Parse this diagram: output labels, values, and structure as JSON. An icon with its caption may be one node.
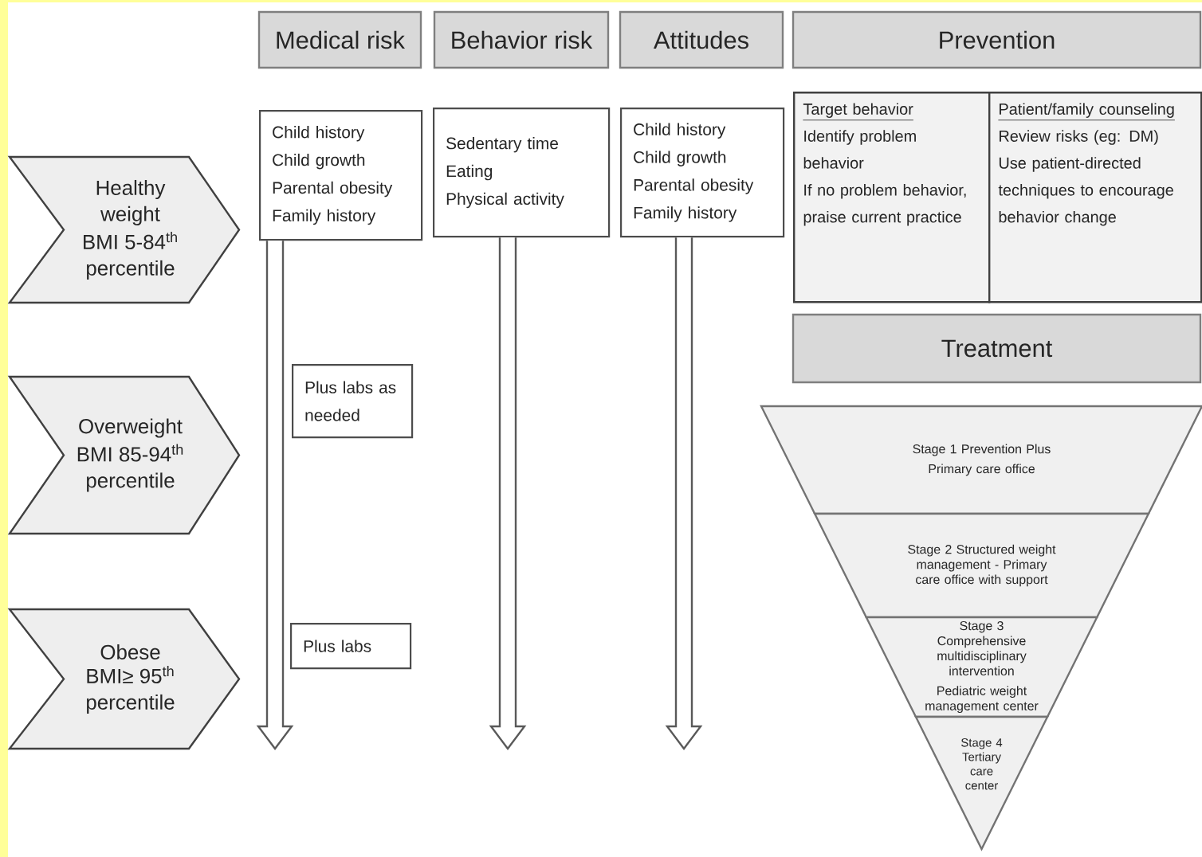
{
  "diagram": {
    "nodes": [
      {
        "text": [
          "Medical risk"
        ]
      },
      {
        "text": [
          "Behavior risk"
        ]
      },
      {
        "text": [
          "Attitudes"
        ]
      },
      {
        "text": [
          "Prevention"
        ]
      },
      {
        "text": [
          "Healthy weight",
          "BMI 5-84$^{th}$ percentile"
        ]
      },
      {
        "text": [
          "Overweight",
          "BMI 85-94$^{th}$ percentile"
        ]
      },
      {
        "text": [
          "Obese",
          "BMI≥ 95$^{th}$ percentile"
        ]
      },
      {
        "text": [
          "Child history",
          "Child growth",
          "Parental obesity",
          "Family history"
        ]
      },
      {
        "text": [
          "Sedentary time",
          "Eating",
          "Physical activity"
        ]
      },
      {
        "text": [
          "Child history",
          "Child growth",
          "Parental obesity",
          "Family history"
        ]
      },
      {
        "text": [
          "Target behavior",
          "Identify problem behavior",
          "If no problem behavior, praise current practice"
        ]
      },
      {
        "text": [
          "Patient/family counseling",
          "Review risks (eg: DM)",
          "Use patient-directed techniques to encourage behavior change"
        ]
      },
      {
        "text": [
          "Treatment"
        ]
      },
      {
        "text": [
          "Stage 1 Prevention Plus",
          "Primary care office"
        ]
      },
      {
        "text": [
          "Stage 2 Structured weight management - Primary care office with support"
        ]
      },
      {
        "text": [
          "Stage 3 Comprehensive multidisciplinary intervention",
          "Pediatric weight management center"
        ]
      },
      {
        "text": [
          "Stage 4 Tertiary care center"
        ]
      },
      {
        "text": [
          "Plus labs as needed"
        ]
      },
      {
        "text": [
          "Plus labs"
        ]
      }
    ],
    "edges": [
      {
        "from": 7,
        "to": null,
        "arrow": "to"
      },
      {
        "from": 8,
        "to": null,
        "arrow": "to"
      },
      {
        "from": 9,
        "to": null,
        "arrow": "to"
      }
    ]
  }
}
